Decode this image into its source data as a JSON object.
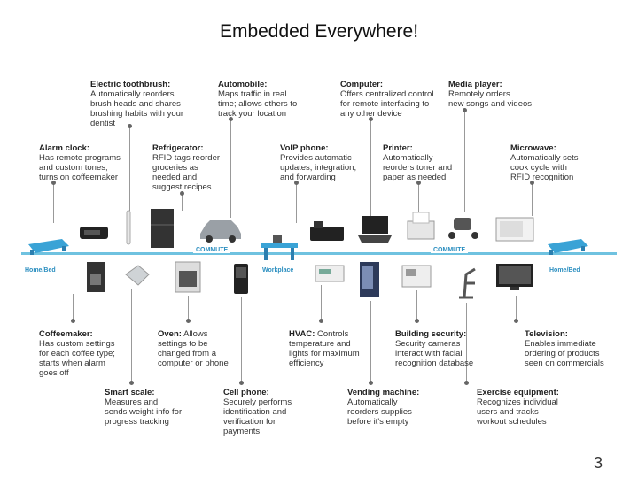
{
  "title": "Embedded Everywhere!",
  "page_number": "3",
  "timeline": {
    "home_left": "Home/Bed",
    "commute_1": "COMMUTE",
    "workplace": "Workplace",
    "commute_2": "COMMUTE",
    "home_right": "Home/Bed"
  },
  "callouts": [
    {
      "heading": "Electric toothbrush:",
      "lines": [
        "Automatically reorders",
        "brush heads and shares",
        "brushing habits with your",
        "dentist"
      ]
    },
    {
      "heading": "Automobile:",
      "lines": [
        "Maps traffic in real",
        "time; allows others to",
        "track your location"
      ]
    },
    {
      "heading": "Computer:",
      "lines": [
        "Offers centralized control",
        "for remote interfacing to",
        "any other device"
      ]
    },
    {
      "heading": "Media player:",
      "lines": [
        "Remotely orders",
        "new songs and videos"
      ]
    },
    {
      "heading": "Alarm clock:",
      "lines": [
        "Has remote programs",
        "and custom tones;",
        "turns on coffeemaker"
      ]
    },
    {
      "heading": "Refrigerator:",
      "lines": [
        "RFID tags reorder",
        "groceries as",
        "needed and",
        "suggest recipes"
      ]
    },
    {
      "heading": "VoIP phone:",
      "lines": [
        "Provides automatic",
        "updates, integration,",
        "and forwarding"
      ]
    },
    {
      "heading": "Printer:",
      "lines": [
        "Automatically",
        "reorders toner and",
        "paper as needed"
      ]
    },
    {
      "heading": "Microwave:",
      "lines": [
        "Automatically sets",
        "cook cycle with",
        "RFID recognition"
      ]
    },
    {
      "heading": "Coffeemaker:",
      "lines": [
        "Has custom settings",
        "for each coffee type;",
        "starts when alarm",
        "goes off"
      ]
    },
    {
      "heading": "Oven:",
      "lines": [
        "Allows",
        "settings to be",
        "changed from a",
        "computer or phone"
      ]
    },
    {
      "heading": "HVAC:",
      "lines": [
        "Controls",
        "temperature and",
        "lights for maximum",
        "efficiency"
      ]
    },
    {
      "heading": "Building security:",
      "lines": [
        "Security cameras",
        "interact with facial",
        "recognition database"
      ]
    },
    {
      "heading": "Television:",
      "lines": [
        "Enables immediate",
        "ordering of products",
        "seen on commercials"
      ]
    },
    {
      "heading": "Smart scale:",
      "lines": [
        "Measures and",
        "sends weight info for",
        "progress tracking"
      ]
    },
    {
      "heading": "Cell phone:",
      "lines": [
        "Securely performs",
        "identification and",
        "verification for",
        "payments"
      ]
    },
    {
      "heading": "Vending machine:",
      "lines": [
        "Automatically",
        "reorders supplies",
        "before it's empty"
      ]
    },
    {
      "heading": "Exercise equipment:",
      "lines": [
        "Recognizes individual",
        "users and tracks",
        "workout schedules"
      ]
    }
  ]
}
